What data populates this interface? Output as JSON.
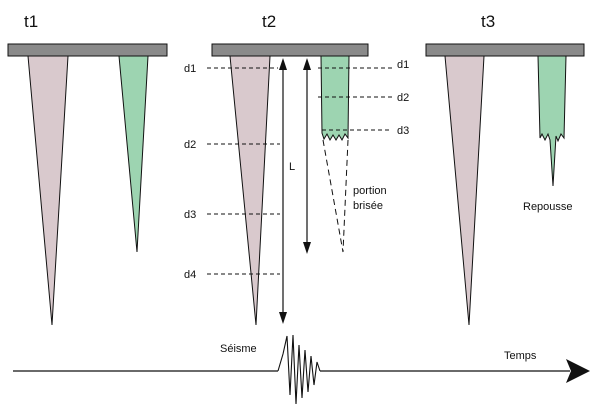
{
  "panels": {
    "t1": "t1",
    "t2": "t2",
    "t3": "t3"
  },
  "depth_labels": {
    "d1": "d1",
    "d2": "d2",
    "d3": "d3",
    "d4": "d4"
  },
  "length_label": "L",
  "broken_label_line1": "portion",
  "broken_label_line2": "brisée",
  "regrowth_label": "Repousse",
  "earthquake_label": "Séisme",
  "time_label": "Temps",
  "colors": {
    "roof": "#8a8a8a",
    "stalactite_pink": "#d9c9cd",
    "stalactite_green": "#9dd4b1",
    "stroke": "#111111"
  }
}
